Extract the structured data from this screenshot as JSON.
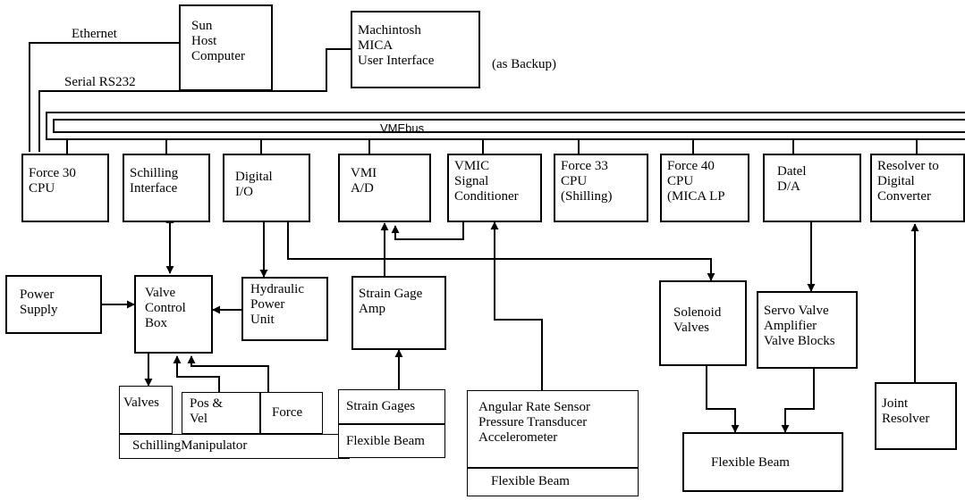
{
  "labels": {
    "ethernet": "Ethernet",
    "serial": "Serial RS232",
    "backup": "(as Backup)",
    "vmebus": "VMEbus"
  },
  "nodes": {
    "sun_host": "Sun\nHost\nComputer",
    "mac_mica": "Machintosh\nMICA\nUser Interface",
    "force30": "Force 30\nCPU",
    "schilling_interface": "Schilling\nInterface",
    "digital_io": "Digital\nI/O",
    "vmi_ad": "VMI\nA/D",
    "vmic_signal": "VMIC\nSignal\nConditioner",
    "force33": "Force 33\nCPU\n(Shilling)",
    "force40": "Force 40\nCPU\n(MICA LP",
    "datel_da": "Datel\nD/A",
    "resolver_converter": "Resolver to\nDigital\nConverter",
    "power_supply": "Power\nSupply",
    "valve_control": "Valve\nControl\nBox",
    "hydraulic": "Hydraulic\nPower\nUnit",
    "strain_amp": "Strain Gage\nAmp",
    "solenoid": "Solenoid\nValves",
    "servo_valve": "Servo Valve\nAmplifier\nValve Blocks",
    "joint_resolver": "Joint\nResolver",
    "valves": "Valves",
    "pos_vel": "Pos &\nVel",
    "force": "Force",
    "schilling_manip": "SchillingManipulator",
    "strain_gages": "Strain Gages",
    "flex_beam_1": "Flexible Beam",
    "sensors": "Angular Rate Sensor\nPressure Transducer\nAccelerometer",
    "flex_beam_2": "Flexible  Beam",
    "flex_beam_3": "Flexible Beam"
  }
}
